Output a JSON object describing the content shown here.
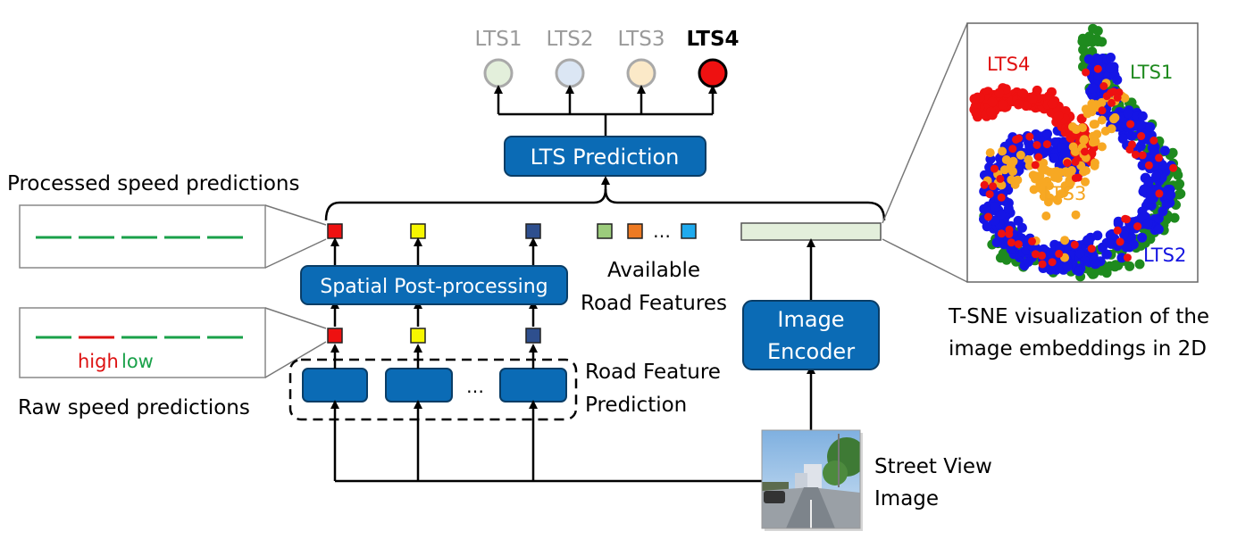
{
  "outputs": [
    {
      "label": "LTS1",
      "bold": false,
      "text_color": "#9a9a9a",
      "fill": "#e3efdb",
      "stroke": "#a9a9a9"
    },
    {
      "label": "LTS2",
      "bold": false,
      "text_color": "#9a9a9a",
      "fill": "#dbe6f4",
      "stroke": "#a9a9a9"
    },
    {
      "label": "LTS3",
      "bold": false,
      "text_color": "#9a9a9a",
      "fill": "#fbe9c8",
      "stroke": "#a9a9a9"
    },
    {
      "label": "LTS4",
      "bold": true,
      "text_color": "#000000",
      "fill": "#ee1111",
      "stroke": "#000000"
    }
  ],
  "blocks": {
    "lts_prediction": "LTS Prediction",
    "spatial_post_processing": "Spatial Post-processing",
    "image_encoder_line1": "Image",
    "image_encoder_line2": "Encoder",
    "predictor_ellipsis": "…"
  },
  "labels": {
    "processed_speed": "Processed speed predictions",
    "raw_speed": "Raw speed predictions",
    "high": "high",
    "low": "low",
    "road_feature_prediction_line1": "Road Feature",
    "road_feature_prediction_line2": "Prediction",
    "available_line1": "Available",
    "available_line2": "Road Features",
    "feature_ellipsis": "…",
    "street_view_line1": "Street View",
    "street_view_line2": "Image",
    "tsne_line1": "T-SNE visualization of the",
    "tsne_line2": "image embeddings in 2D"
  },
  "tsne_labels": [
    {
      "label": "LTS4",
      "color": "#e01010"
    },
    {
      "label": "LTS1",
      "color": "#1e8a1e"
    },
    {
      "label": "LTS3",
      "color": "#f5a623"
    },
    {
      "label": "LTS2",
      "color": "#1414e0"
    }
  ],
  "colors": {
    "block_fill": "#0b6bb5",
    "block_stroke": "#0a3d66",
    "speed_green": "#1aa14a",
    "speed_red": "#dd1111",
    "feature_colors": [
      "#ee1111",
      "#f6f600",
      "#2e4f8e",
      "#9ccc7c",
      "#ee7a22",
      "#1eaaee"
    ],
    "embedding_fill": "#e3efdb",
    "cluster_red": "#ee1111",
    "cluster_green": "#1e8a1e",
    "cluster_blue": "#1515e6",
    "cluster_orange": "#f7a823"
  }
}
